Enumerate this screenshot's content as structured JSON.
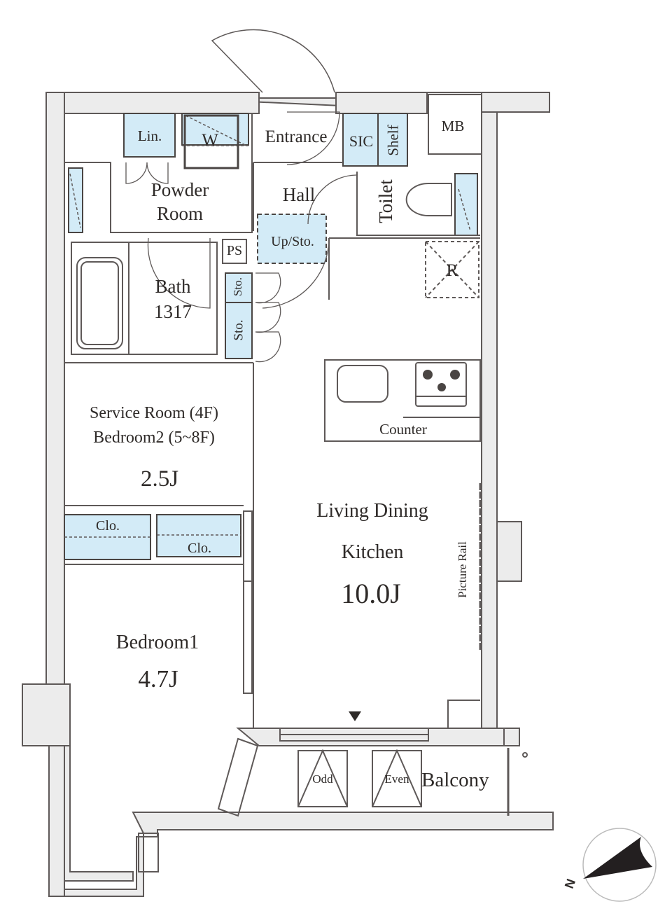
{
  "title": "Apartment Floor Plan",
  "colors": {
    "wall_fill": "#ececec",
    "wall_line": "#5e5958",
    "storage_fill": "#d3ebf7",
    "text": "#2e2a28",
    "background": "#ffffff"
  },
  "rooms": {
    "entrance": {
      "label": "Entrance"
    },
    "hall": {
      "label": "Hall"
    },
    "powder_room": {
      "line1": "Powder",
      "line2": "Room"
    },
    "bath": {
      "label": "Bath",
      "size": "1317"
    },
    "toilet": {
      "label": "Toilet"
    },
    "service_room": {
      "line1": "Service Room (4F)",
      "line2": "Bedroom2 (5~8F)",
      "size": "2.5J"
    },
    "bedroom1": {
      "label": "Bedroom1",
      "size": "4.7J"
    },
    "ldk": {
      "line1": "Living Dining",
      "line2": "Kitchen",
      "size": "10.0J"
    },
    "balcony": {
      "label": "Balcony"
    }
  },
  "fixtures": {
    "linen": "Lin.",
    "washer": "W",
    "sic": "SIC",
    "shelf": "Shelf",
    "mb": "MB",
    "ps": "PS",
    "up_storage": "Up/Sto.",
    "storage_1": "Sto.",
    "storage_2": "Sto.",
    "refrigerator": "R",
    "counter": "Counter",
    "closet_1": "Clo.",
    "closet_2": "Clo.",
    "picture_rail": "Picture Rail",
    "ac_odd": "Odd",
    "ac_even": "Even"
  },
  "compass": {
    "north_label": "N"
  }
}
